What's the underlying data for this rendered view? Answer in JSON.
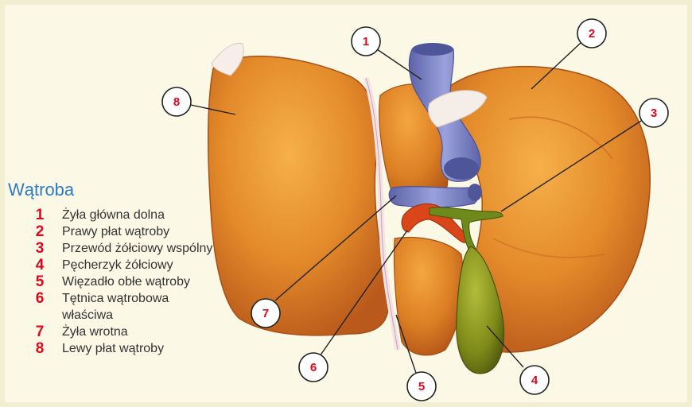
{
  "title": "Wątroba",
  "legend": [
    {
      "number": "1",
      "label": "Żyła główna dolna"
    },
    {
      "number": "2",
      "label": "Prawy płat wątroby"
    },
    {
      "number": "3",
      "label": "Przewód żółciowy wspólny"
    },
    {
      "number": "4",
      "label": "Pęcherzyk żółciowy"
    },
    {
      "number": "5",
      "label": "Więzadło obłe wątroby"
    },
    {
      "number": "6",
      "label": "Tętnica wątrobowa właściwa"
    },
    {
      "number": "7",
      "label": "Żyła wrotna"
    },
    {
      "number": "8",
      "label": "Lewy płat wątroby"
    }
  ],
  "callouts": [
    "1",
    "2",
    "3",
    "4",
    "5",
    "6",
    "7",
    "8"
  ],
  "colors": {
    "accent_red": "#e3061b",
    "title_blue": "#2e7bbf",
    "liver_orange": "#e08a2a",
    "vein_blue": "#7f86c8",
    "gallbladder_green": "#8d9a1c",
    "artery_red": "#d43a10",
    "background": "#fbf8e6"
  }
}
